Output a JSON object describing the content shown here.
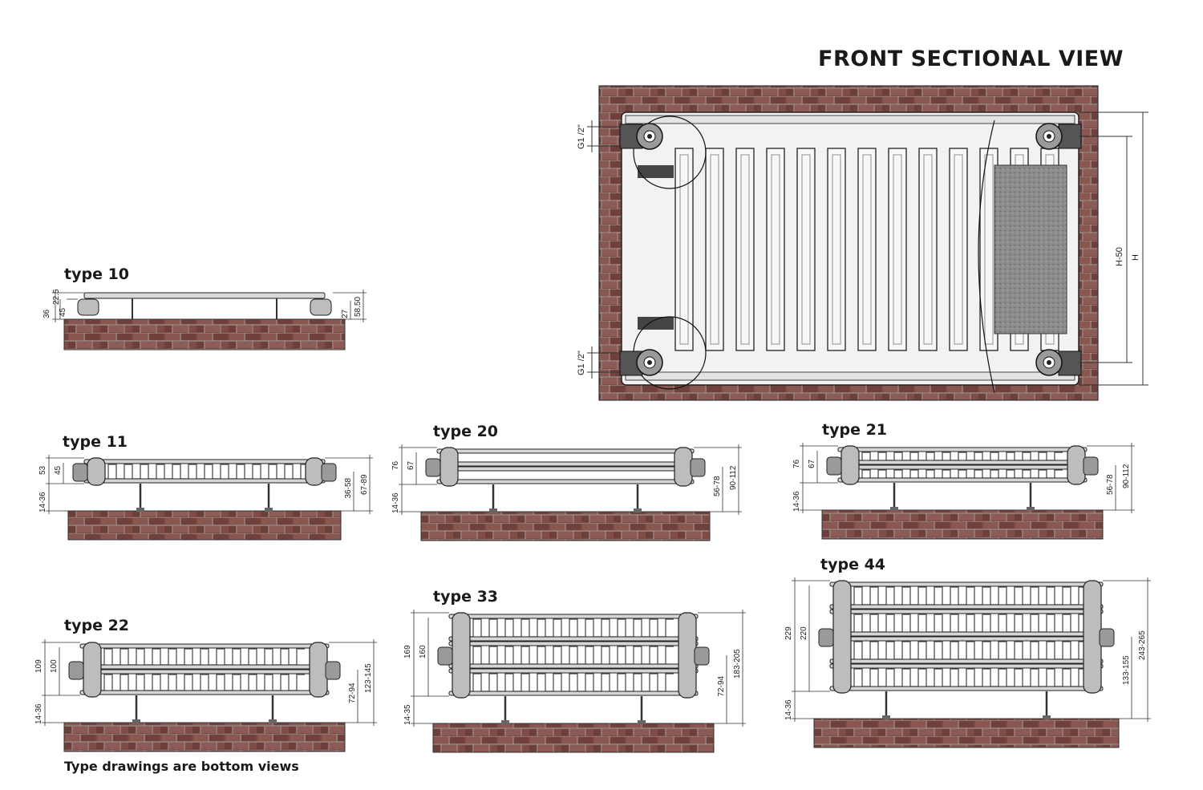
{
  "main_title": "FRONT SECTIONAL VIEW",
  "footer_note": "Type drawings are bottom views",
  "front_view": {
    "pipe_label_top": "G1 /2\"",
    "pipe_label_bottom": "G1 /2\"",
    "dim_inner": "H-50",
    "dim_outer": "H"
  },
  "types": [
    {
      "label": "type 10",
      "left_dims": [
        "36",
        "22.5",
        "45"
      ],
      "right_dims": [
        "27",
        "58.50"
      ]
    },
    {
      "label": "type 11",
      "left_dims": [
        "53",
        "45",
        "14-36"
      ],
      "right_dims": [
        "36-58",
        "67-89"
      ]
    },
    {
      "label": "type 20",
      "left_dims": [
        "76",
        "67",
        "14-36"
      ],
      "right_dims": [
        "56-78",
        "90-112"
      ]
    },
    {
      "label": "type 21",
      "left_dims": [
        "76",
        "67",
        "14-36"
      ],
      "right_dims": [
        "56-78",
        "90-112"
      ]
    },
    {
      "label": "type 22",
      "left_dims": [
        "109",
        "100",
        "14-36"
      ],
      "right_dims": [
        "72-94",
        "123-145"
      ]
    },
    {
      "label": "type 33",
      "left_dims": [
        "169",
        "160",
        "14-35"
      ],
      "right_dims": [
        "72-94",
        "183-205"
      ]
    },
    {
      "label": "type 44",
      "left_dims": [
        "229",
        "220",
        "14-36"
      ],
      "right_dims": [
        "133-155",
        "243-265"
      ]
    }
  ],
  "colors": {
    "brick": "#7b4a44",
    "metal": "#c9c9c9",
    "line": "#333333"
  }
}
